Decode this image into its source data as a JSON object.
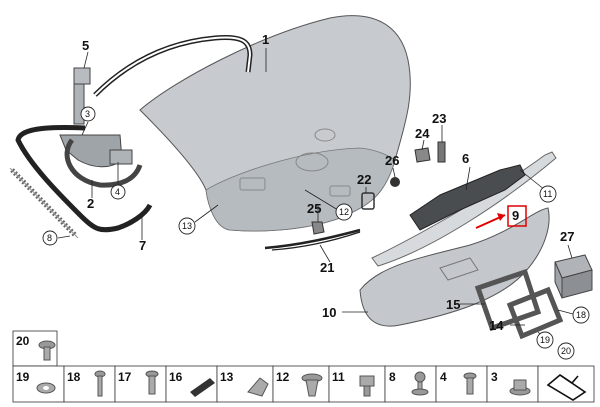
{
  "callouts": {
    "c1": "1",
    "c2": "2",
    "c3": "3",
    "c4": "4",
    "c5": "5",
    "c6": "6",
    "c7": "7",
    "c8": "8",
    "c9": "9",
    "c10": "10",
    "c11": "11",
    "c12": "12",
    "c13": "13",
    "c14": "14",
    "c15": "15",
    "c18": "18",
    "c19": "19",
    "c20": "20",
    "c21": "21",
    "c22": "22",
    "c23": "23",
    "c24": "24",
    "c25": "25",
    "c26": "26",
    "c27": "27"
  },
  "legend": {
    "top": {
      "label": "20"
    },
    "cells": [
      {
        "label": "19"
      },
      {
        "label": "18"
      },
      {
        "label": "17"
      },
      {
        "label": "16"
      },
      {
        "label": "13"
      },
      {
        "label": "12"
      },
      {
        "label": "11"
      },
      {
        "label": "8"
      },
      {
        "label": "4"
      },
      {
        "label": "3"
      },
      {
        "label": ""
      }
    ]
  },
  "colors": {
    "panel": "#c9cdd1",
    "panel_dark": "#a7acb1",
    "highlight": "#e00000",
    "line": "#222222"
  },
  "icons": {
    "callout_circle": "circle-callout-icon",
    "arrow": "red-arrow-icon",
    "folder": "folder-arrow-icon"
  }
}
